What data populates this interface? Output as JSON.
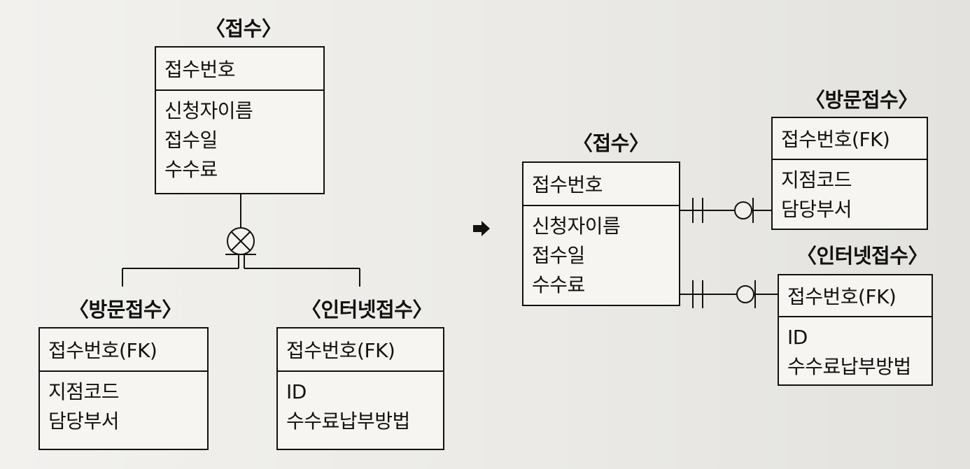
{
  "left": {
    "super": {
      "title": "〈접수〉",
      "pk": "접수번호",
      "attributes": [
        "신청자이름",
        "접수일",
        "수수료"
      ]
    },
    "sub1": {
      "title": "〈방문접수〉",
      "pk": "접수번호(FK)",
      "attributes": [
        "지점코드",
        "담당부서"
      ]
    },
    "sub2": {
      "title": "〈인터넷접수〉",
      "pk": "접수번호(FK)",
      "attributes": [
        "ID",
        "수수료납부방법"
      ]
    }
  },
  "right": {
    "super": {
      "title": "〈접수〉",
      "pk": "접수번호",
      "attributes": [
        "신청자이름",
        "접수일",
        "수수료"
      ]
    },
    "sub1": {
      "title": "〈방문접수〉",
      "pk": "접수번호(FK)",
      "attributes": [
        "지점코드",
        "담당부서"
      ]
    },
    "sub2": {
      "title": "〈인터넷접수〉",
      "pk": "접수번호(FK)",
      "attributes": [
        "ID",
        "수수료납부방법"
      ]
    }
  },
  "arrow_icon": "right-arrow-icon"
}
